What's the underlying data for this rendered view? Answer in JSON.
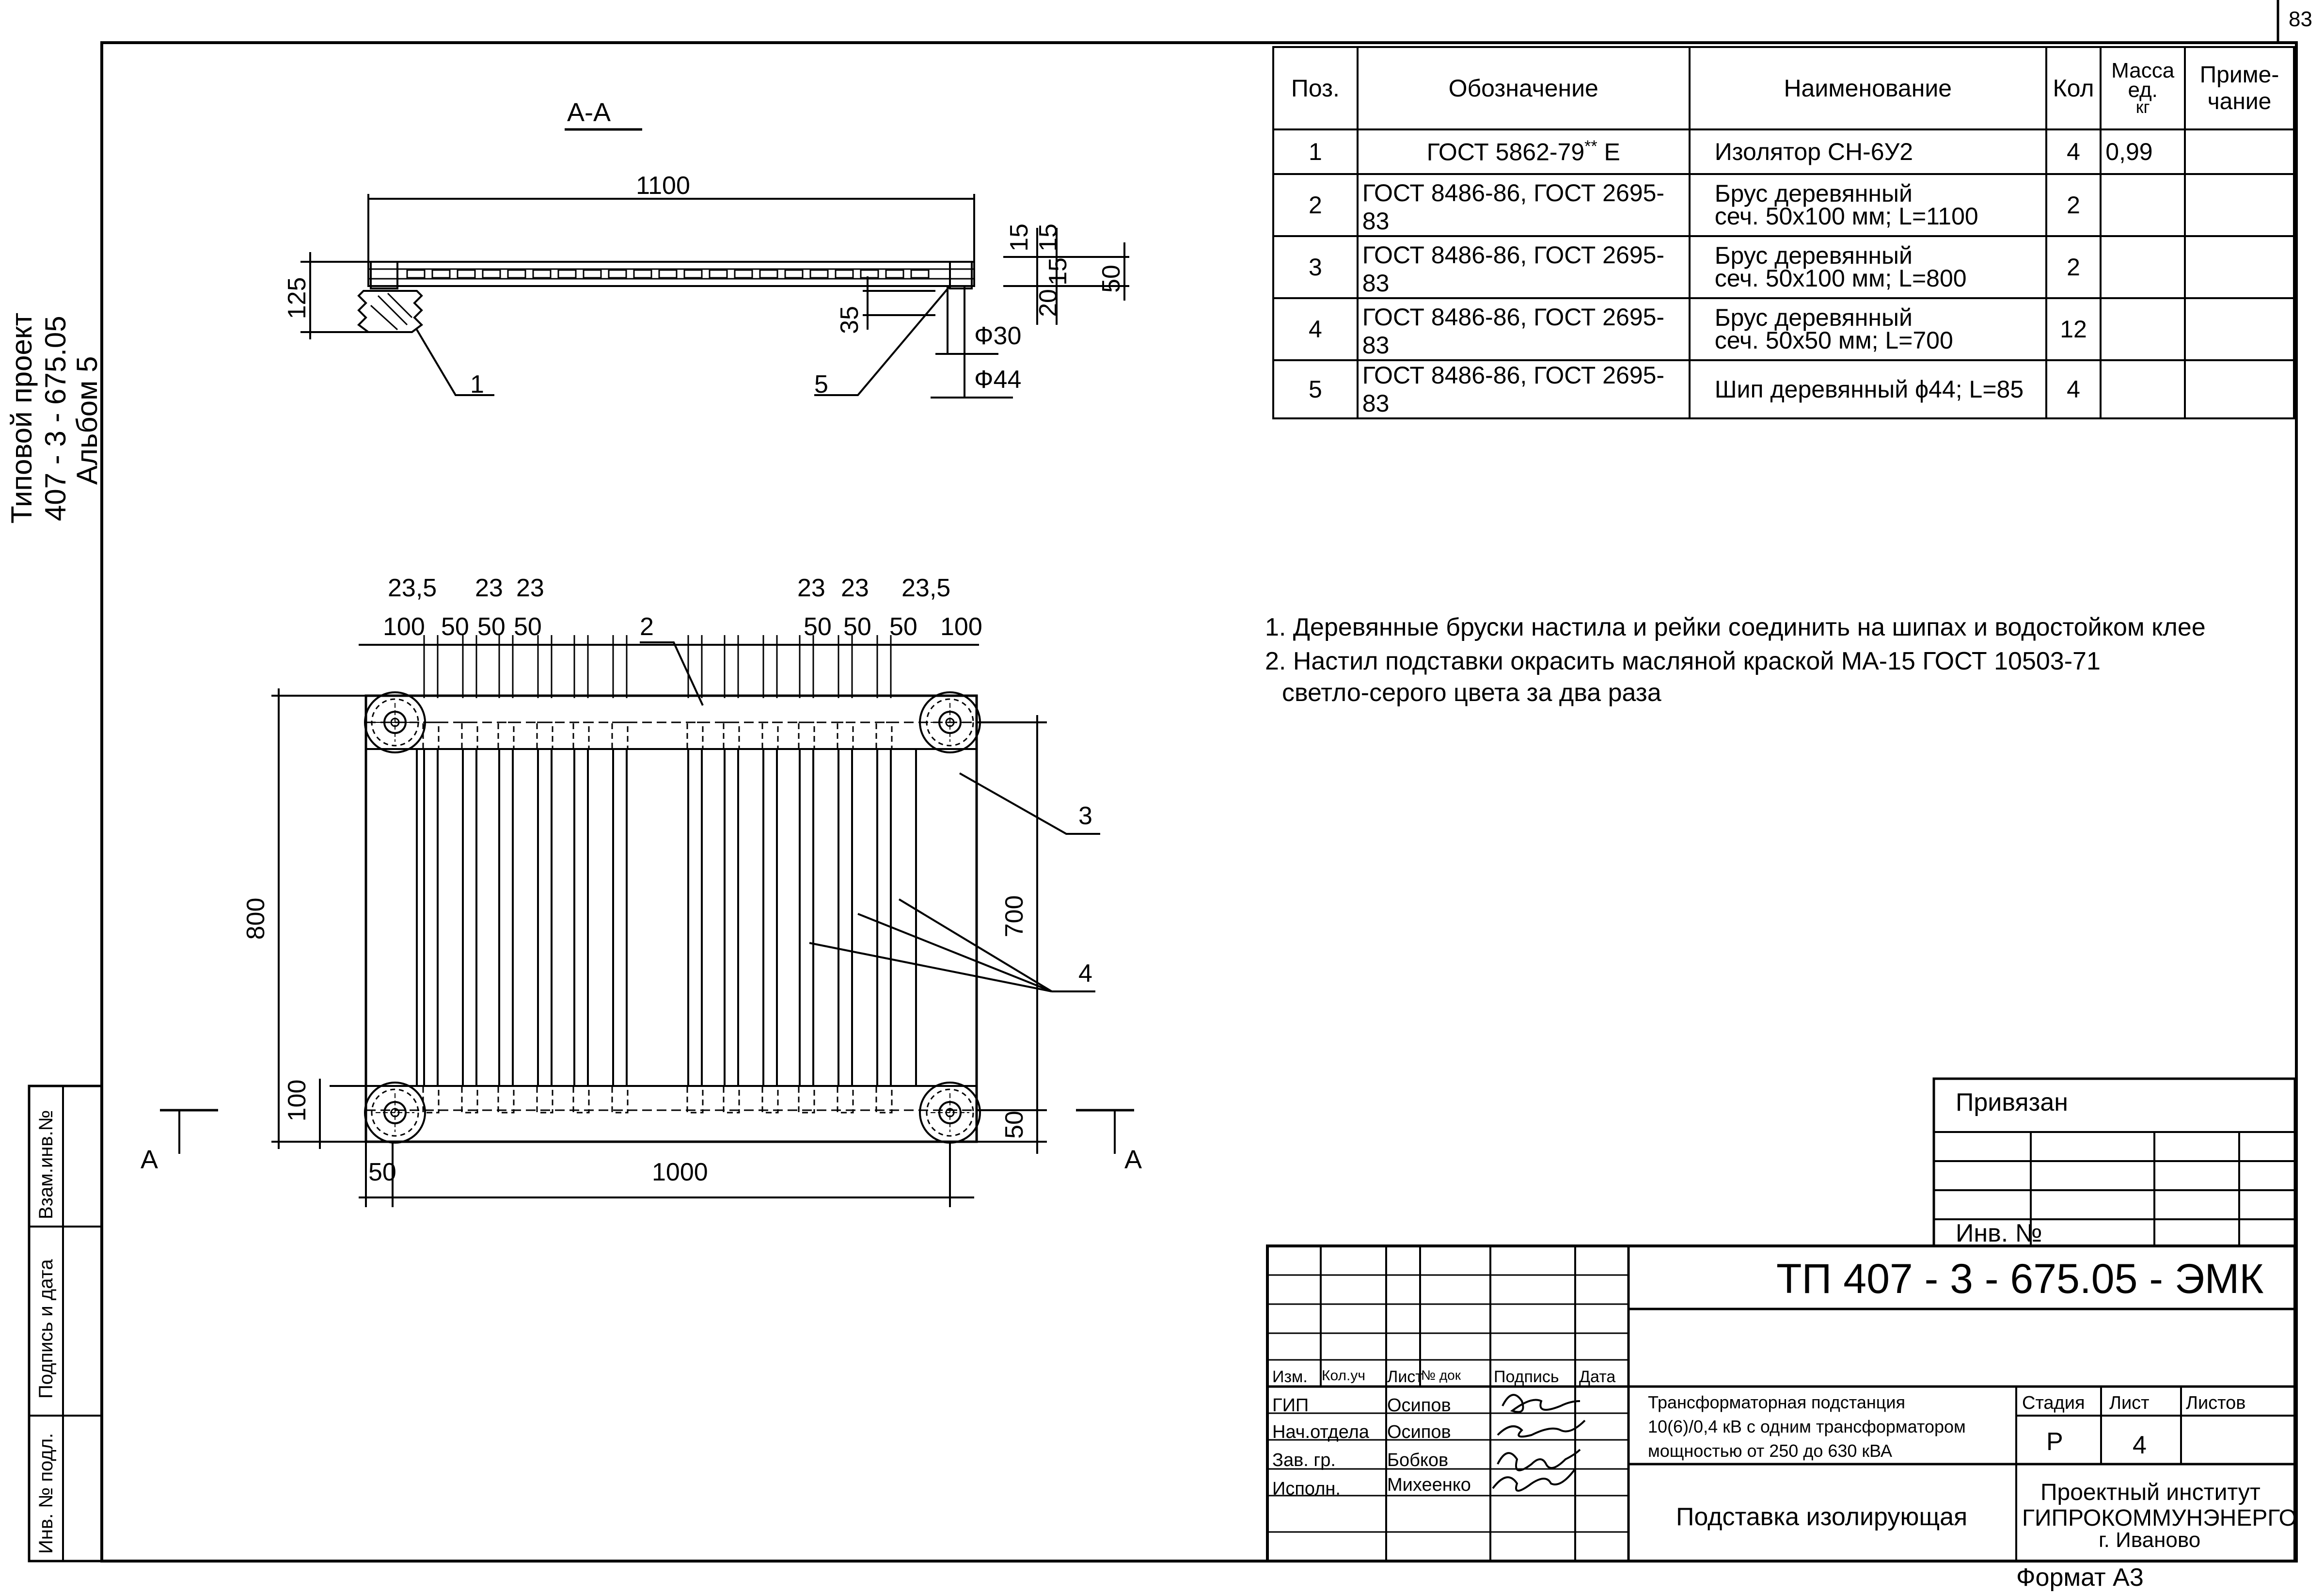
{
  "page_number": "83",
  "side_stamp": {
    "project": "Типовой проект",
    "number": "407 - 3 - 675.05",
    "album": "Альбом 5"
  },
  "left_strip": {
    "inv_podl": "Инв. № подл.",
    "podpis_data": "Подпись и дата",
    "vzam_inv": "Взам.инв.№"
  },
  "section_label": "А-А",
  "section_marker": "А",
  "dimensions": {
    "section": [
      "1100",
      "125",
      "15",
      "15",
      "15",
      "50",
      "20",
      "35",
      "Ф30",
      "Ф44"
    ],
    "plan_top_a": [
      "23,5",
      "23",
      "23",
      "23",
      "23",
      "23,5"
    ],
    "plan_top_b": [
      "100",
      "50",
      "50",
      "50",
      "50",
      "50",
      "50",
      "100"
    ],
    "plan_side": [
      "800",
      "100",
      "700",
      "50"
    ],
    "plan_bottom": [
      "50",
      "1000"
    ]
  },
  "callouts": [
    "1",
    "5",
    "2",
    "3",
    "4"
  ],
  "spec_table": {
    "headers": [
      "Поз.",
      "Обозначение",
      "Наименование",
      "Кол",
      "Масса ед. кг",
      "Приме- чание"
    ],
    "mass_header": {
      "line1": "Масса",
      "line2": "ед.",
      "line3": "кг"
    },
    "note_header": {
      "line1": "Приме-",
      "line2": "чание"
    },
    "rows": [
      {
        "pos": "1",
        "designation": "ГОСТ 5862-79",
        "designation_sup": "**",
        "designation_suffix": "Е",
        "name_line1": "Изолятор СН-6У2",
        "name_line2": "",
        "qty": "4",
        "mass": "0,99",
        "note": ""
      },
      {
        "pos": "2",
        "designation": "ГОСТ 8486-86, ГОСТ 2695-83",
        "designation_sup": "",
        "designation_suffix": "",
        "name_line1": "Брус деревянный",
        "name_line2": "сеч. 50х100 мм; L=1100",
        "qty": "2",
        "mass": "",
        "note": ""
      },
      {
        "pos": "3",
        "designation": "ГОСТ 8486-86, ГОСТ 2695-83",
        "designation_sup": "",
        "designation_suffix": "",
        "name_line1": "Брус деревянный",
        "name_line2": "сеч. 50х100 мм; L=800",
        "qty": "2",
        "mass": "",
        "note": ""
      },
      {
        "pos": "4",
        "designation": "ГОСТ 8486-86, ГОСТ 2695-83",
        "designation_sup": "",
        "designation_suffix": "",
        "name_line1": "Брус деревянный",
        "name_line2": "сеч. 50х50 мм; L=700",
        "qty": "12",
        "mass": "",
        "note": ""
      },
      {
        "pos": "5",
        "designation": "ГОСТ 8486-86, ГОСТ 2695-83",
        "designation_sup": "",
        "designation_suffix": "",
        "name_line1": "Шип деревянный",
        "name_line2": "",
        "name_symbol": "ϕ",
        "name_rest": "44; L=85",
        "qty": "4",
        "mass": "",
        "note": ""
      }
    ]
  },
  "notes": [
    "1. Деревянные бруски настила и рейки соединить на шипах и водостойком клее",
    "2. Настил подставки окрасить масляной краской МА-15 ГОСТ 10503-71",
    "светло-серого цвета за два раза"
  ],
  "title_block": {
    "privyazan": "Привязан",
    "inv_no": "Инв. №",
    "code": "ТП  407 - 3 - 675.05 - ЭМК",
    "col_headers": [
      "Изм.",
      "Кол.уч",
      "Лист",
      "№ док",
      "Подпись",
      "Дата"
    ],
    "roles": [
      {
        "role": "ГИП",
        "name": "Осипов"
      },
      {
        "role": "Нач.отдела",
        "name": "Осипов"
      },
      {
        "role": "Зав. гр.",
        "name": "Бобков"
      },
      {
        "role": "Исполн.",
        "name": "Михеенко"
      }
    ],
    "project_desc": [
      "Трансформаторная подстанция",
      "10(6)/0,4 кВ с одним трансформатором",
      "мощностью от 250 до 630 кВА"
    ],
    "stage_header": "Стадия",
    "sheet_header": "Лист",
    "sheets_header": "Листов",
    "stage": "Р",
    "sheet": "4",
    "sheets": "",
    "doc_title": "Подставка изолирующая",
    "org": [
      "Проектный институт",
      "ГИПРОКОММУНЭНЕРГО",
      "г. Иваново"
    ],
    "format": "Формат А3"
  }
}
